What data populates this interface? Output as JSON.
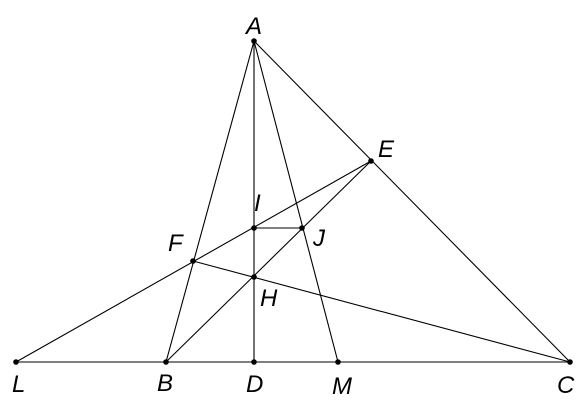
{
  "diagram": {
    "points": [
      {
        "id": "A",
        "label": "A"
      },
      {
        "id": "B",
        "label": "B"
      },
      {
        "id": "C",
        "label": "C"
      },
      {
        "id": "D",
        "label": "D"
      },
      {
        "id": "E",
        "label": "E"
      },
      {
        "id": "F",
        "label": "F"
      },
      {
        "id": "H",
        "label": "H"
      },
      {
        "id": "I",
        "label": "I"
      },
      {
        "id": "J",
        "label": "J"
      },
      {
        "id": "L",
        "label": "L"
      },
      {
        "id": "M",
        "label": "M"
      }
    ],
    "segments": [
      [
        "A",
        "B"
      ],
      [
        "A",
        "C"
      ],
      [
        "L",
        "C"
      ],
      [
        "A",
        "D"
      ],
      [
        "A",
        "M"
      ],
      [
        "L",
        "E"
      ],
      [
        "F",
        "C"
      ],
      [
        "B",
        "E"
      ],
      [
        "I",
        "J"
      ]
    ]
  }
}
